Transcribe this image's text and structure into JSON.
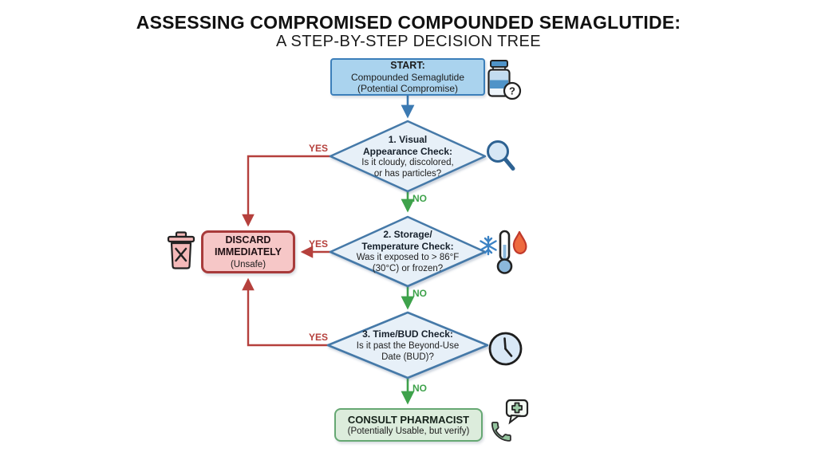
{
  "title": {
    "line1": "ASSESSING COMPROMISED COMPOUNDED SEMAGLUTIDE:",
    "line2": "A STEP-BY-STEP DECISION TREE"
  },
  "nodes": {
    "start": {
      "heading": "START:",
      "body": "Compounded Semaglutide\n(Potential Compromise)"
    },
    "visual_check": {
      "heading": "1. Visual\nAppearance Check:",
      "body": "Is it cloudy, discolored,\nor has particles?"
    },
    "storage_check": {
      "heading": "2. Storage/\nTemperature Check:",
      "body": "Was it exposed to > 86°F\n(30°C) or frozen?"
    },
    "time_check": {
      "heading": "3. Time/BUD Check:",
      "body": "Is it past the Beyond-Use\nDate (BUD)?"
    },
    "discard": {
      "heading": "DISCARD\nIMMEDIATELY",
      "body": "(Unsafe)"
    },
    "consult": {
      "heading": "CONSULT PHARMACIST",
      "body": "(Potentially Usable, but verify)"
    }
  },
  "labels": {
    "yes": "YES",
    "no": "NO"
  },
  "icons": {
    "start": "vial-question-icon",
    "visual_check": "magnifier-icon",
    "storage_check": "snowflake-thermometer-flame-icon",
    "time_check": "clock-icon",
    "discard": "trash-x-icon",
    "consult": "phone-pharmacist-icon",
    "question_mark": "?"
  },
  "colors": {
    "start_fill": "#aad3ee",
    "start_border": "#3c7fba",
    "diamond_fill": "#e7f0f8",
    "diamond_border": "#4579a8",
    "discard_fill": "#f6c7c7",
    "discard_border": "#a83b3b",
    "consult_fill": "#dcecdc",
    "consult_border": "#66a873",
    "yes_red": "#b5403c",
    "no_green": "#3ea24b",
    "flow_blue": "#3c7ab2"
  }
}
